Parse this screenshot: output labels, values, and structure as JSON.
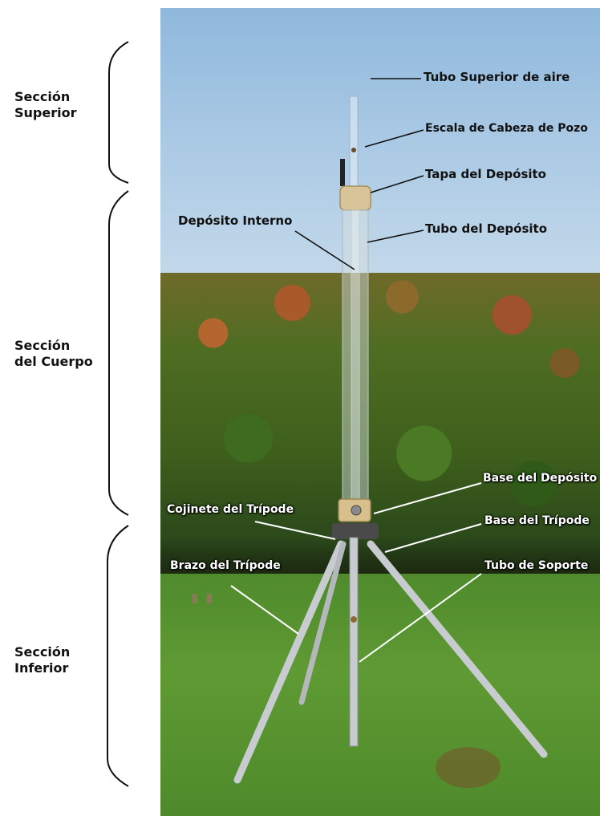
{
  "sections": {
    "upper": [
      "Sección",
      "Superior"
    ],
    "body": [
      "Sección",
      "del Cuerpo"
    ],
    "lower": [
      "Sección",
      "Inferior"
    ]
  },
  "labels": {
    "tubo_superior_aire": "Tubo Superior de aire",
    "escala_cabeza_pozo": "Escala de Cabeza de Pozo",
    "tapa_deposito": "Tapa del Depósito",
    "deposito_interno": "Depósito Interno",
    "tubo_deposito": "Tubo del Depósito",
    "base_deposito": "Base del Depósito",
    "cojinete_tripode": "Cojinete del Trípode",
    "base_tripode": "Base del Trípode",
    "brazo_tripode": "Brazo del Trípode",
    "tubo_soporte": "Tubo de Soporte"
  }
}
